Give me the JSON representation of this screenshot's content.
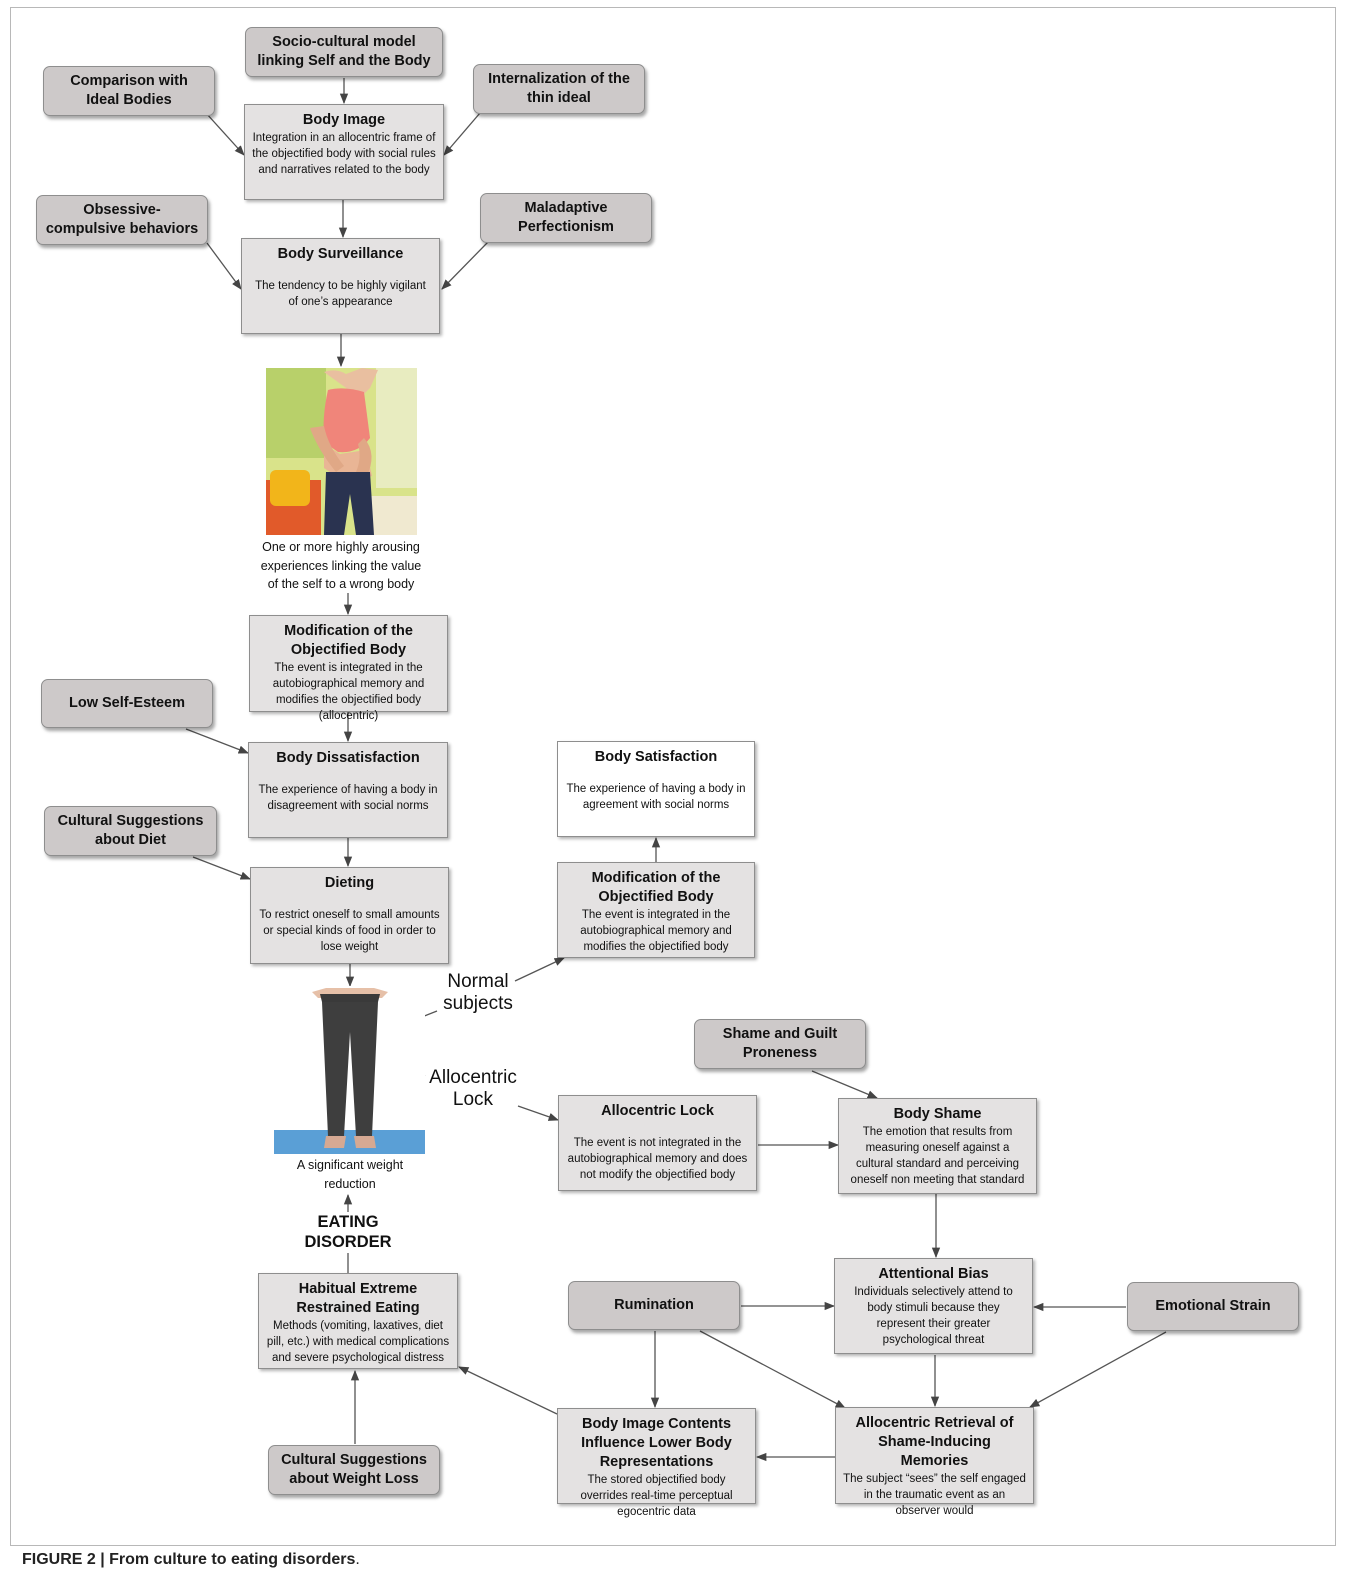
{
  "nodes": {
    "sociocultural": "Socio-cultural model linking Self and the Body",
    "comparison": "Comparison with Ideal Bodies",
    "internalization": "Internalization of the thin ideal",
    "body_image": {
      "title": "Body Image",
      "desc": "Integration in an allocentric frame of the objectified body with social rules and narratives related to the body"
    },
    "obsessive": "Obsessive-compulsive behaviors",
    "perfectionism": "Maladaptive Perfectionism",
    "surveillance": {
      "title": "Body Surveillance",
      "desc": "The tendency to be highly vigilant of one’s appearance"
    },
    "photo1_caption": "One or more highly arousing experiences linking the value of the self to a wrong body",
    "modification1": {
      "title": "Modification of the Objectified Body",
      "desc": "The event is integrated in the autobiographical memory and modifies the objectified body (allocentric)"
    },
    "low_self_esteem": "Low Self-Esteem",
    "dissatisfaction": {
      "title": "Body Dissatisfaction",
      "desc": "The experience of having a body in disagreement with social norms"
    },
    "cultural_diet": "Cultural Suggestions about Diet",
    "dieting": {
      "title": "Dieting",
      "desc": "To restrict oneself to small amounts or special kinds of food in order to lose weight"
    },
    "photo2_caption": "A significant weight reduction",
    "normal_subjects": "Normal subjects",
    "allocentric_lock_label": "Allocentric Lock",
    "satisfaction": {
      "title": "Body Satisfaction",
      "desc": "The experience of having a body in agreement with social norms"
    },
    "modification2": {
      "title": "Modification of the Objectified Body",
      "desc": "The event is integrated in the autobiographical memory and modifies the objectified body"
    },
    "shame_guilt": "Shame and Guilt Proneness",
    "allocentric_lock": {
      "title": "Allocentric Lock",
      "desc": "The event is not integrated in the autobiographical memory and does not modify the objectified body"
    },
    "body_shame": {
      "title": "Body Shame",
      "desc": "The emotion that results from measuring oneself against a cultural standard and perceiving oneself non meeting that standard"
    },
    "eating_disorder": "EATING DISORDER",
    "habitual": {
      "title": "Habitual Extreme Restrained Eating",
      "desc": "Methods (vomiting, laxatives, diet pill, etc.) with medical complications and severe psychological distress"
    },
    "rumination": "Rumination",
    "attentional": {
      "title": "Attentional Bias",
      "desc": "Individuals selectively attend to body stimuli because they represent their greater psychological threat"
    },
    "emotional_strain": "Emotional Strain",
    "cultural_weight": "Cultural Suggestions about Weight Loss",
    "contents": {
      "title": "Body Image Contents Influence Lower Body Representations",
      "desc": "The stored objectified body overrides real-time perceptual egocentric data"
    },
    "retrieval": {
      "title": "Allocentric Retrieval of Shame-Inducing Memories",
      "desc": "The subject “sees” the self engaged in the traumatic event as an observer would"
    }
  },
  "caption": {
    "label": "FIGURE 2 | From culture to eating disorders",
    "suffix": "."
  }
}
